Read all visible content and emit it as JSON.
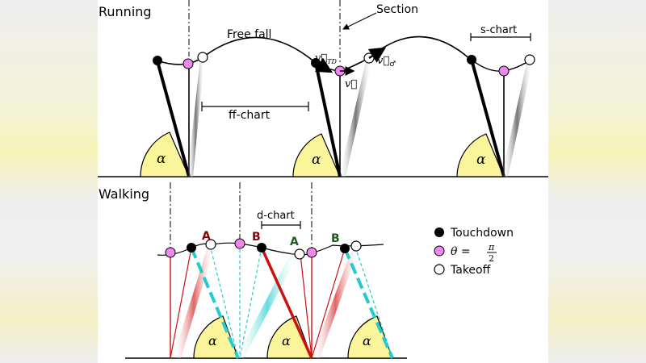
{
  "labels": {
    "running": "Running",
    "walking": "Walking",
    "section": "Section",
    "free_fall": "Free fall",
    "s_chart": "s-chart",
    "ff_chart": "ff-chart",
    "d_chart": "d-chart",
    "alpha": "α",
    "v_td": "v⃗",
    "v_td_sub": "TD",
    "v": "v⃗",
    "v_lo": "v⃗",
    "v_lo_sub": "♂",
    "point_a": "A",
    "point_b": "B"
  },
  "legend": {
    "touchdown": "Touchdown",
    "theta_prefix": "θ =",
    "theta_num": "π",
    "theta_den": "2",
    "takeoff": "Takeoff"
  },
  "colors": {
    "touchdown": "#000000",
    "theta": "#ee88ee",
    "takeoff": "#ffffff",
    "angle_fill": "#faf59a",
    "walk_leg": "#cc1111",
    "cyan_leg": "#22cccc",
    "label_a": "#8b0000",
    "label_b_red": "#8b0000",
    "label_b_green": "#1a5c1a"
  }
}
